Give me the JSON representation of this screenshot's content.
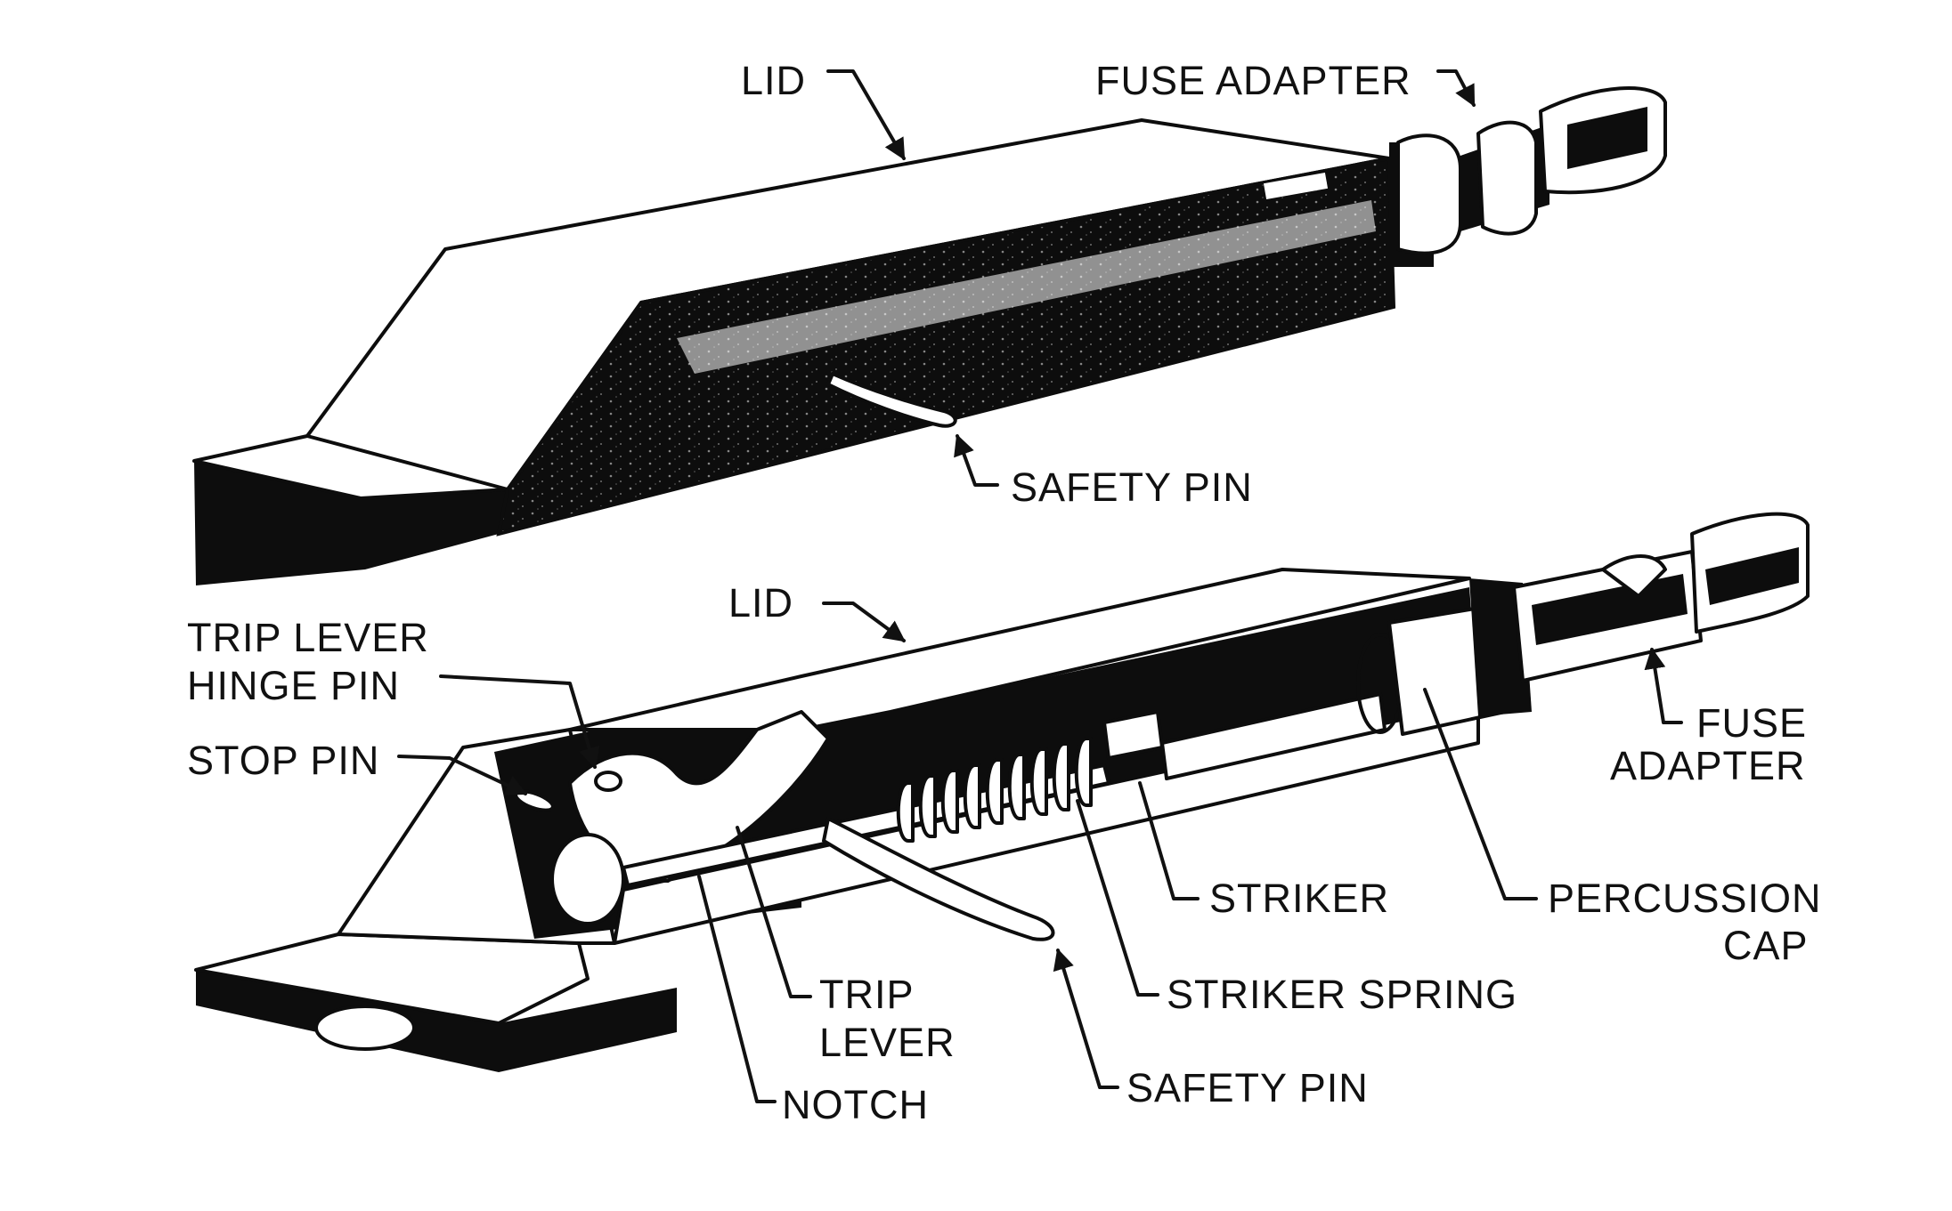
{
  "top_view": {
    "lid": "LID",
    "fuse_adapter": "FUSE ADAPTER",
    "safety_pin": "SAFETY PIN"
  },
  "cutaway_view": {
    "lid": "LID",
    "trip_lever_hinge_pin": [
      "TRIP LEVER",
      "HINGE PIN"
    ],
    "stop_pin": "STOP PIN",
    "fuse_adapter": [
      "FUSE",
      "ADAPTER"
    ],
    "striker": "STRIKER",
    "percussion_cap": [
      "PERCUSSION",
      "CAP"
    ],
    "trip_lever": [
      "TRIP",
      "LEVER"
    ],
    "striker_spring": "STRIKER SPRING",
    "safety_pin": "SAFETY PIN",
    "notch": "NOTCH"
  }
}
